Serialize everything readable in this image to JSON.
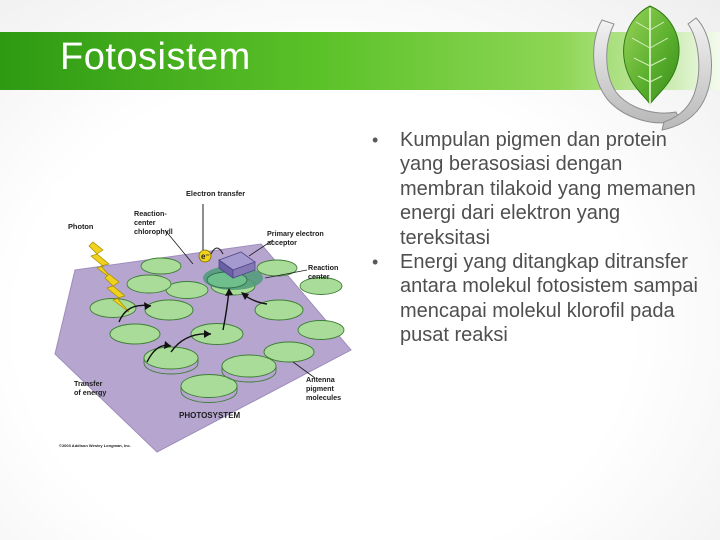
{
  "slide": {
    "title": "Fotosistem",
    "bullets": [
      "Kumpulan pigmen dan protein yang berasosiasi dengan membran tilakoid yang memanen energi dari elektron yang tereksitasi",
      "Energi yang ditangkap ditransfer antara molekul fotosistem sampai mencapai molekul klorofil pada pusat reaksi"
    ]
  },
  "diagram": {
    "labels": {
      "electron_transfer": "Electron transfer",
      "photon": "Photon",
      "reaction_center_chlorophyll": [
        "Reaction-",
        "center",
        "chlorophyll"
      ],
      "primary_electron_acceptor": [
        "Primary electron",
        "acceptor"
      ],
      "reaction_center": [
        "Reaction",
        "center"
      ],
      "transfer_of_energy": [
        "Transfer",
        "of energy"
      ],
      "antenna_pigment_molecules": [
        "Antenna",
        "pigment",
        "molecules"
      ],
      "photosystem": "PHOTOSYSTEM",
      "electron_symbol": "e⁻",
      "copyright": "©2003 Addison Wesley Longman, Inc."
    }
  },
  "colors": {
    "title_band": "#4cb81f",
    "membrane": "#b6a6cf",
    "pigment_disc": "#a8dc98",
    "reaction_center": "#4d9a78",
    "acceptor": "#8479b5",
    "photon": "#f0d21c",
    "bullet_text": "#4f4f4f"
  },
  "icons": {
    "logo": "hands-holding-leaf-icon",
    "bullet": "bullet-dot"
  }
}
